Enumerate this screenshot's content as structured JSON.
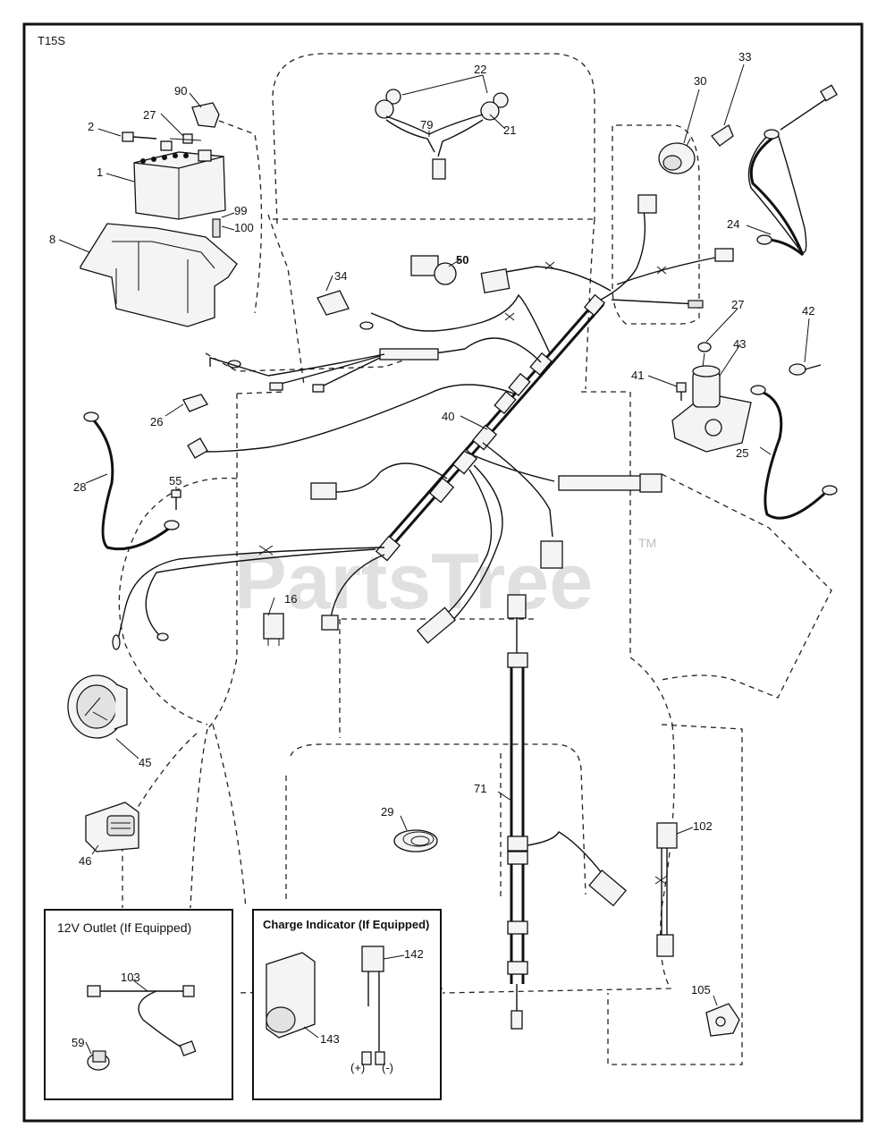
{
  "diagram": {
    "model_code": "T15S",
    "watermark": "PartsTree",
    "watermark_tm": "TM",
    "callouts": [
      "1",
      "2",
      "8",
      "16",
      "21",
      "22",
      "24",
      "25",
      "26",
      "27",
      "28",
      "29",
      "30",
      "33",
      "34",
      "40",
      "41",
      "42",
      "43",
      "45",
      "46",
      "50",
      "55",
      "71",
      "79",
      "90",
      "99",
      "100",
      "102",
      "105"
    ],
    "callout_27_second": "27",
    "box_12v": {
      "title": "12V Outlet  (If Equipped)",
      "callouts": [
        "103",
        "59"
      ]
    },
    "box_charge": {
      "title": "Charge Indicator (If Equipped)",
      "callouts": [
        "142",
        "143"
      ],
      "terminal_labels": [
        "(+)",
        "(-)"
      ]
    }
  }
}
